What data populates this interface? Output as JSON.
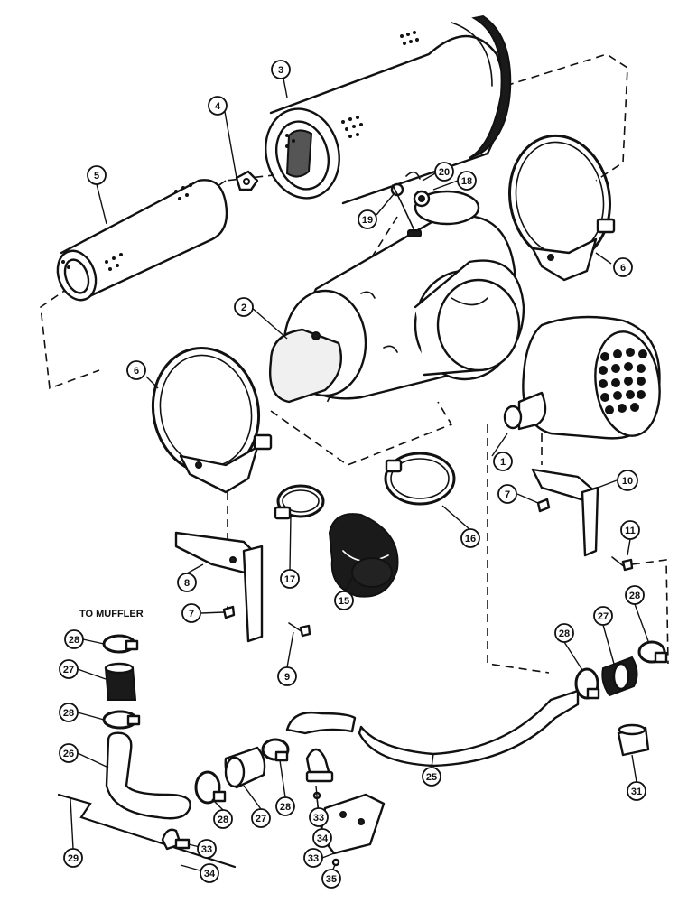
{
  "caption": "TO MUFFLER",
  "callouts": [
    "1",
    "2",
    "3",
    "4",
    "5",
    "6",
    "6",
    "7",
    "7",
    "8",
    "9",
    "10",
    "11",
    "15",
    "16",
    "17",
    "18",
    "19",
    "20",
    "25",
    "26",
    "27",
    "27",
    "27",
    "28",
    "28",
    "28",
    "28",
    "28",
    "28",
    "29",
    "31",
    "33",
    "33",
    "33",
    "34",
    "34",
    "35"
  ]
}
